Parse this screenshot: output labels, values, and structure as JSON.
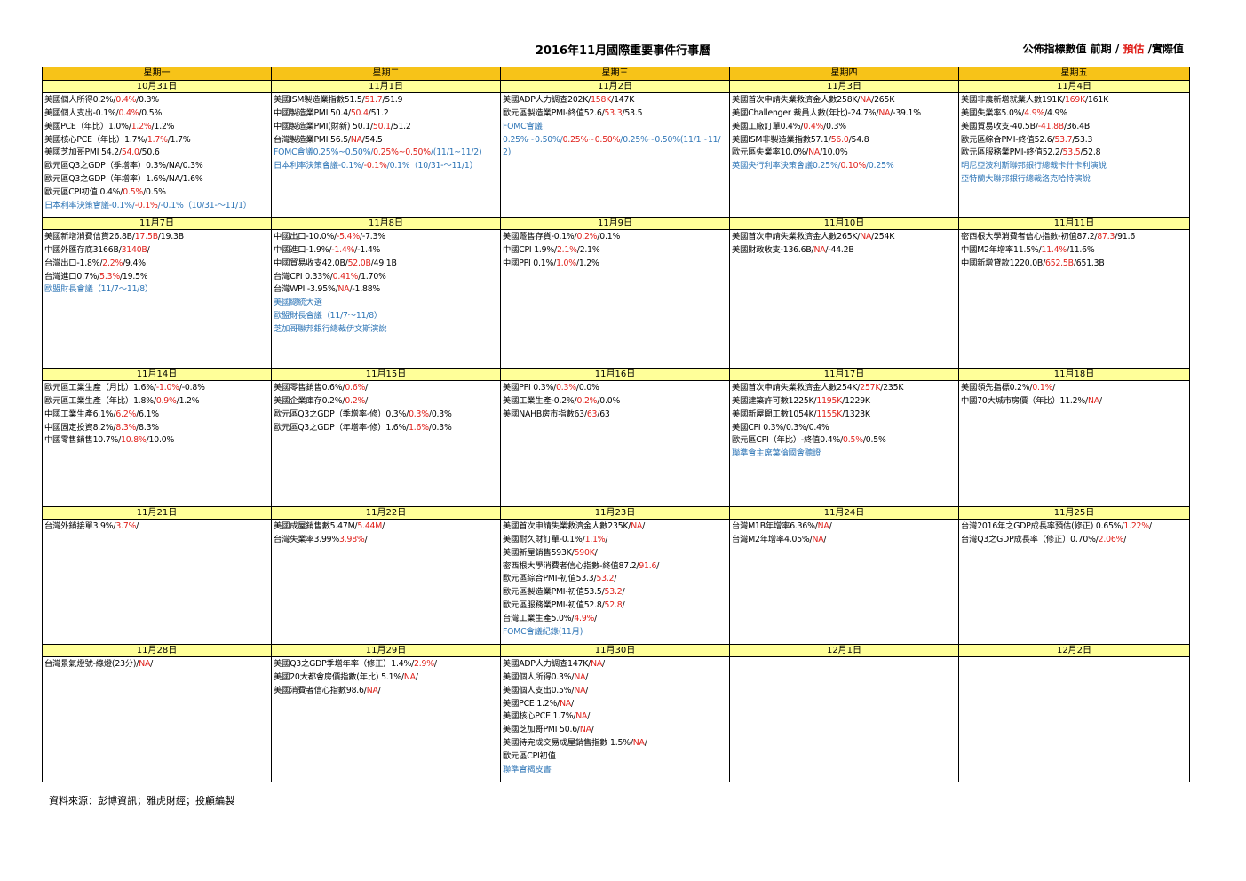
{
  "title": "2016年11月國際重要事件行事曆",
  "legend": {
    "text1": "公佈指標數值  前期 / ",
    "forecast": "預估",
    "text2": " /實際值"
  },
  "weekdays": [
    "星期一",
    "星期二",
    "星期三",
    "星期四",
    "星期五"
  ],
  "colors": {
    "header": "#f7c318",
    "date_row": "#ffff99",
    "forecast": "#e0201a",
    "link": "#2e75b6"
  },
  "source": "資料來源：彭博資訊；雅虎財經；投顧編製",
  "weeks": [
    {
      "days": [
        {
          "date": "10月31日",
          "events": [
            {
              "parts": [
                "美國個人所得0.2%/",
                "0.4%",
                "/0.3%"
              ]
            },
            {
              "parts": [
                "美國個人支出-0.1%/",
                "0.4%",
                "/0.5%"
              ]
            },
            {
              "parts": [
                "美國PCE（年比）1.0%/",
                "1.2%",
                "/1.2%"
              ]
            },
            {
              "parts": [
                "美國核心PCE（年比）1.7%/",
                "1.7%",
                "/1.7%"
              ]
            },
            {
              "parts": [
                "美國芝加哥PMI 54.2/",
                "54.0",
                "/50.6"
              ]
            },
            {
              "parts": [
                "歐元區Q3之GDP（季增率）0.3%/NA/0.3%"
              ]
            },
            {
              "parts": [
                "歐元區Q3之GDP（年增率）1.6%/NA/1.6%"
              ]
            },
            {
              "parts": [
                "歐元區CPI初值 0.4%/",
                "0.5%",
                "/0.5%"
              ]
            },
            {
              "parts": [
                "日本利率決策會議-0.1%/",
                "-0.1%",
                "/-0.1%（10/31-～11/1）"
              ],
              "link": true,
              "wrap": true
            }
          ]
        },
        {
          "date": "11月1日",
          "events": [
            {
              "parts": [
                "美國ISM製造業指數51.5/",
                "51.7",
                "/51.9"
              ]
            },
            {
              "parts": [
                "中國製造業PMI 50.4/",
                "50.4",
                "/51.2"
              ]
            },
            {
              "parts": [
                "中國製造業PMI(財新) 50.1/",
                "50.1",
                "/51.2"
              ]
            },
            {
              "parts": [
                "台灣製造業PMI 56.5/",
                "NA",
                "/54.5"
              ]
            },
            {
              "parts": [
                "FOMC會議0.25%~0.50%/",
                "0.25%~0.50%",
                "/(11/1~11/2)"
              ],
              "link": true,
              "wrap": true
            },
            {
              "parts": [
                "日本利率決策會議-0.1%/",
                "-0.1%",
                "/0.1%（10/31-～11/1）"
              ],
              "link": true,
              "wrap": true
            }
          ]
        },
        {
          "date": "11月2日",
          "events": [
            {
              "parts": [
                "美國ADP人力調查202K/",
                "158K",
                "/147K"
              ]
            },
            {
              "parts": [
                "歐元區製造業PMI-終值52.6/",
                "53.3",
                "/53.5"
              ]
            },
            {
              "parts": [
                "FOMC會議"
              ],
              "link": true
            },
            {
              "parts": [
                "0.25%~0.50%/",
                "0.25%~0.50%",
                "/0.25%~0.50%(11/1~11/2)"
              ],
              "link": true,
              "wrap": true
            }
          ]
        },
        {
          "date": "11月3日",
          "events": [
            {
              "parts": [
                "美國首次申請失業救濟金人數258K/",
                "NA",
                "/265K"
              ]
            },
            {
              "parts": [
                "美國Challenger 裁員人數(年比)-24.7%/",
                "NA",
                "/-39.1%"
              ]
            },
            {
              "parts": [
                "美國工廠訂單0.4%/",
                "0.4%",
                "/0.3%"
              ]
            },
            {
              "parts": [
                "美國ISM非製造業指數57.1/",
                "56.0",
                "/54.8"
              ]
            },
            {
              "parts": [
                "歐元區失業率10.0%/",
                "NA",
                "/10.0%"
              ]
            },
            {
              "parts": [
                "英國央行利率決策會議0.25%/",
                "0.10%",
                "/0.25%"
              ],
              "link": true
            }
          ]
        },
        {
          "date": "11月4日",
          "events": [
            {
              "parts": [
                "美國非農新增就業人數191K/",
                "169K",
                "/161K"
              ]
            },
            {
              "parts": [
                "美國失業率5.0%/",
                "4.9%",
                "/4.9%"
              ]
            },
            {
              "parts": [
                "美國貿易收支-40.5B/",
                "-41.8B",
                "/36.4B"
              ]
            },
            {
              "parts": [
                "歐元區綜合PMI-終值52.6/",
                "53.7",
                "/53.3"
              ]
            },
            {
              "parts": [
                "歐元區服務業PMI-終值52.2/",
                "53.5",
                "/52.8"
              ]
            },
            {
              "parts": [
                "明尼亞波利斯聯邦銀行總裁卡什卡利演說"
              ],
              "link": true
            },
            {
              "parts": [
                "亞特蘭大聯邦銀行總裁洛克哈特演說"
              ],
              "link": true
            }
          ]
        }
      ]
    },
    {
      "days": [
        {
          "date": "11月7日",
          "events": [
            {
              "parts": [
                "美國新增消費信貸26.8B/",
                "17.5B",
                "/19.3B"
              ]
            },
            {
              "parts": [
                "中國外匯存底3166B/",
                "3140B",
                "/"
              ]
            },
            {
              "parts": [
                "台灣出口-1.8%/",
                "2.2%",
                "/9.4%"
              ]
            },
            {
              "parts": [
                "台灣進口0.7%/",
                "5.3%",
                "/19.5%"
              ]
            },
            {
              "parts": [
                "歐盟財長會議（11/7～11/8）"
              ],
              "link": true
            }
          ]
        },
        {
          "date": "11月8日",
          "events": [
            {
              "parts": [
                "中國出口-10.0%/",
                "-5.4%",
                "/-7.3%"
              ]
            },
            {
              "parts": [
                "中國進口-1.9%/",
                "-1.4%",
                "/-1.4%"
              ]
            },
            {
              "parts": [
                "中國貿易收支42.0B/",
                "52.0B",
                "/49.1B"
              ]
            },
            {
              "parts": [
                "台灣CPI 0.33%/",
                "0.41%",
                "/1.70%"
              ]
            },
            {
              "parts": [
                "台灣WPI -3.95%/",
                "NA",
                "/-1.88%"
              ]
            },
            {
              "parts": [
                "美國總統大選"
              ],
              "link": true
            },
            {
              "parts": [
                "歐盟財長會議（11/7～11/8）"
              ],
              "link": true
            },
            {
              "parts": [
                "芝加哥聯邦銀行總裁伊文斯演說"
              ],
              "link": true
            }
          ]
        },
        {
          "date": "11月9日",
          "events": [
            {
              "parts": [
                "美國躉售存貨-0.1%/",
                "0.2%",
                "/0.1%"
              ]
            },
            {
              "parts": [
                "中國CPI 1.9%/",
                "2.1%",
                "/2.1%"
              ]
            },
            {
              "parts": [
                "中國PPI 0.1%/",
                "1.0%",
                "/1.2%"
              ]
            }
          ]
        },
        {
          "date": "11月10日",
          "events": [
            {
              "parts": [
                "美國首次申請失業救濟金人數265K/",
                "NA",
                "/254K"
              ]
            },
            {
              "parts": [
                "美國財政收支-136.6B/",
                "NA",
                "/-44.2B"
              ]
            }
          ]
        },
        {
          "date": "11月11日",
          "events": [
            {
              "parts": [
                "密西根大學消費者信心指數-初值87.2/",
                "87.3",
                "/91.6"
              ]
            },
            {
              "parts": [
                "中國M2年增率11.5%/",
                "11.4%",
                "/11.6%"
              ]
            },
            {
              "parts": [
                "中國新增貸款1220.0B/",
                "652.5B",
                "/651.3B"
              ]
            }
          ]
        }
      ]
    },
    {
      "days": [
        {
          "date": "11月14日",
          "events": [
            {
              "parts": [
                "歐元區工業生產（月比）1.6%/",
                "-1.0%",
                "/-0.8%"
              ]
            },
            {
              "parts": [
                "歐元區工業生產（年比）1.8%/",
                "0.9%",
                "/1.2%"
              ]
            },
            {
              "parts": [
                "中國工業生產6.1%/",
                "6.2%",
                "/6.1%"
              ]
            },
            {
              "parts": [
                "中國固定投資8.2%/",
                "8.3%",
                "/8.3%"
              ]
            },
            {
              "parts": [
                "中國零售銷售10.7%/",
                "10.8%",
                "/10.0%"
              ]
            }
          ]
        },
        {
          "date": "11月15日",
          "events": [
            {
              "parts": [
                "美國零售銷售0.6%/",
                "0.6%",
                "/"
              ]
            },
            {
              "parts": [
                "美國企業庫存0.2%/",
                "0.2%",
                "/"
              ]
            },
            {
              "parts": [
                "歐元區Q3之GDP（季增率-修）0.3%/",
                "0.3%",
                "/0.3%"
              ]
            },
            {
              "parts": [
                "歐元區Q3之GDP（年增率-修）1.6%/",
                "1.6%",
                "/0.3%"
              ]
            }
          ]
        },
        {
          "date": "11月16日",
          "events": [
            {
              "parts": [
                "美國PPI 0.3%/",
                "0.3%",
                "/0.0%"
              ]
            },
            {
              "parts": [
                "美國工業生產-0.2%/",
                "0.2%",
                "/0.0%"
              ]
            },
            {
              "parts": [
                "美國NAHB房市指數63/",
                "63",
                "/63"
              ]
            }
          ]
        },
        {
          "date": "11月17日",
          "events": [
            {
              "parts": [
                "美國首次申請失業救濟金人數254K/",
                "257K",
                "/235K"
              ]
            },
            {
              "parts": [
                "美國建築許可數1225K/",
                "1195K",
                "/1229K"
              ]
            },
            {
              "parts": [
                "美國新屋開工數1054K/",
                "1155K",
                "/1323K"
              ]
            },
            {
              "parts": [
                "美國CPI 0.3%/0.3%/0.4%"
              ]
            },
            {
              "parts": [
                "歐元區CPI（年比）-終值0.4%/",
                "0.5%",
                "/0.5%"
              ]
            },
            {
              "parts": [
                "聯準會主席葉倫國會聽證"
              ],
              "link": true
            }
          ]
        },
        {
          "date": "11月18日",
          "events": [
            {
              "parts": [
                "美國領先指標0.2%/",
                "0.1%",
                "/"
              ]
            },
            {
              "parts": [
                "中國70大城市房價（年比）11.2%/",
                "NA",
                "/"
              ]
            }
          ]
        }
      ]
    },
    {
      "days": [
        {
          "date": "11月21日",
          "events": [
            {
              "parts": [
                "台灣外銷接單3.9%/",
                "3.7%",
                "/"
              ]
            }
          ]
        },
        {
          "date": "11月22日",
          "events": [
            {
              "parts": [
                "美國成屋銷售數5.47M/",
                "5.44M",
                "/"
              ]
            },
            {
              "parts": [
                "台灣失業率3.99%",
                "3.98%",
                "/"
              ]
            }
          ]
        },
        {
          "date": "11月23日",
          "events": [
            {
              "parts": [
                "美國首次申請失業救濟金人數235K/",
                "NA",
                "/"
              ]
            },
            {
              "parts": [
                "美國耐久財訂單-0.1%/",
                "1.1%",
                "/"
              ]
            },
            {
              "parts": [
                "美國新屋銷售593K/",
                "590K",
                "/"
              ]
            },
            {
              "parts": [
                "密西根大學消費者信心指數-終值87.2/",
                "91.6",
                "/"
              ]
            },
            {
              "parts": [
                "歐元區綜合PMI-初值53.3/",
                "53.2",
                "/"
              ]
            },
            {
              "parts": [
                "歐元區製造業PMI-初值53.5/",
                "53.2",
                "/"
              ]
            },
            {
              "parts": [
                "歐元區服務業PMI-初值52.8/",
                "52.8",
                "/"
              ]
            },
            {
              "parts": [
                "台灣工業生產5.0%/",
                "4.9%",
                "/"
              ]
            },
            {
              "parts": [
                "FOMC會議紀錄(11月)"
              ],
              "link": true
            }
          ]
        },
        {
          "date": "11月24日",
          "events": [
            {
              "parts": [
                "台灣M1B年增率6.36%/",
                "NA",
                "/"
              ]
            },
            {
              "parts": [
                "台灣M2年增率4.05%/",
                "NA",
                "/"
              ]
            }
          ]
        },
        {
          "date": "11月25日",
          "events": [
            {
              "parts": [
                "台灣2016年之GDP成長率預估(修正) 0.65%/",
                "1.22%",
                "/"
              ]
            },
            {
              "parts": [
                "台灣Q3之GDP成長率（修正）0.70%/",
                "2.06%",
                "/"
              ]
            }
          ]
        }
      ]
    },
    {
      "days": [
        {
          "date": "11月28日",
          "events": [
            {
              "parts": [
                "台灣景氣燈號-綠燈(23分)/",
                "NA",
                "/"
              ]
            }
          ]
        },
        {
          "date": "11月29日",
          "events": [
            {
              "parts": [
                "美國Q3之GDP季增年率（修正）1.4%/",
                "2.9%",
                "/"
              ]
            },
            {
              "parts": [
                "美國20大都會房價指數(年比) 5.1%/",
                "NA",
                "/"
              ]
            },
            {
              "parts": [
                "美國消費者信心指數98.6/",
                "NA",
                "/"
              ]
            }
          ]
        },
        {
          "date": "11月30日",
          "events": [
            {
              "parts": [
                "美國ADP人力調查147K/",
                "NA",
                "/"
              ]
            },
            {
              "parts": [
                "美國個人所得0.3%/",
                "NA",
                "/"
              ]
            },
            {
              "parts": [
                "美國個人支出0.5%/",
                "NA",
                "/"
              ]
            },
            {
              "parts": [
                "美國PCE 1.2%/",
                "NA",
                "/"
              ]
            },
            {
              "parts": [
                "美國核心PCE 1.7%/",
                "NA",
                "/"
              ]
            },
            {
              "parts": [
                "美國芝加哥PMI 50.6/",
                "NA",
                "/"
              ]
            },
            {
              "parts": [
                "美國待完成交易成屋銷售指數 1.5%/",
                "NA",
                "/"
              ]
            },
            {
              "parts": [
                "歐元區CPI初值"
              ]
            },
            {
              "parts": [
                "聯準會褐皮書"
              ],
              "link": true
            }
          ]
        },
        {
          "date": "12月1日",
          "events": []
        },
        {
          "date": "12月2日",
          "events": []
        }
      ]
    }
  ]
}
